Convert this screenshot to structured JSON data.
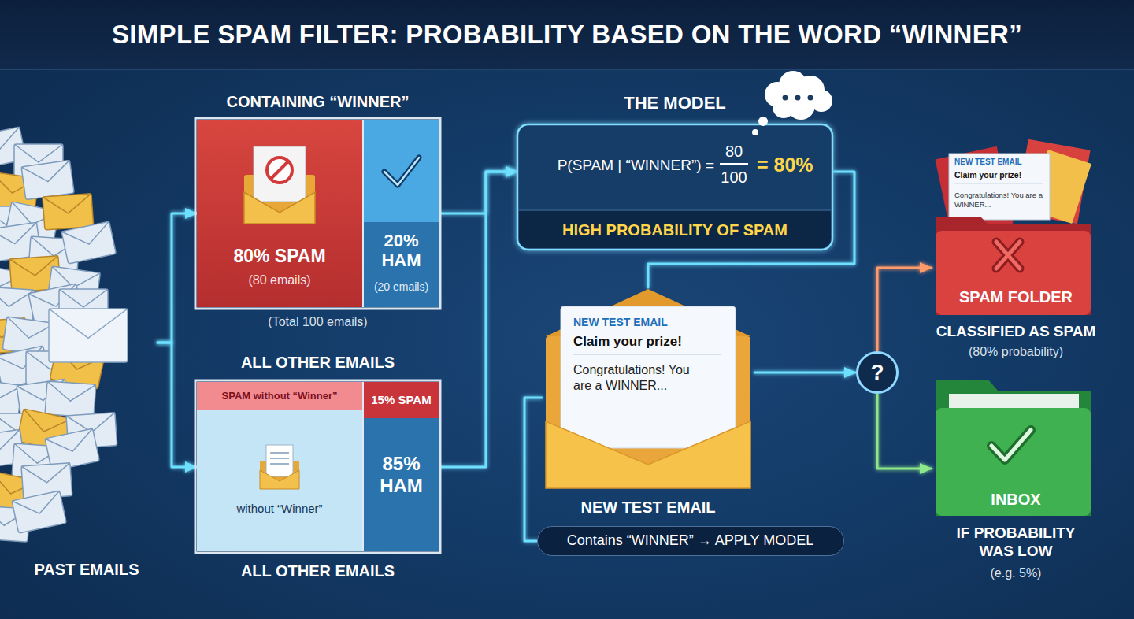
{
  "diagram": {
    "title": "SIMPLE SPAM FILTER: PROBABILITY BASED ON THE WORD “WINNER”",
    "nodes": [
      {
        "text": [
          "PAST EMAILS"
        ]
      },
      {
        "text": [
          "CONTAINING “WINNER”",
          "(Total 100 emails)"
        ]
      },
      {
        "text": [
          "80% SPAM",
          "(80 emails)"
        ],
        "in": 1
      },
      {
        "text": [
          "20% HAM",
          "(20 emails)"
        ],
        "in": 1
      },
      {
        "text": [
          "ALL OTHER EMAILS",
          "ALL OTHER EMAILS"
        ]
      },
      {
        "text": [
          "SPAM without “Winner”"
        ],
        "in": 4
      },
      {
        "text": [
          "15% SPAM"
        ],
        "in": 4
      },
      {
        "text": [
          "without “Winner”"
        ],
        "in": 4
      },
      {
        "text": [
          "85% HAM"
        ],
        "in": 4
      },
      {
        "text": [
          "THE MODEL",
          "P(SPAM | “WINNER”) =",
          "80",
          "100",
          "= 80%",
          "HIGH PROBABILITY OF SPAM"
        ]
      },
      {
        "text": [
          "NEW TEST EMAIL",
          "Claim your prize!",
          "Congratulations! You are a WINNER...",
          "NEW TEST EMAIL"
        ]
      },
      {
        "text": [
          "Contains “WINNER” → APPLY MODEL"
        ]
      },
      {
        "text": [
          "?"
        ]
      },
      {
        "text": [
          "SPAM FOLDER",
          "CLASSIFIED AS SPAM",
          "(80% probability)"
        ]
      },
      {
        "text": [
          "INBOX",
          "IF PROBABILITY WAS LOW",
          "(e.g. 5%)"
        ]
      }
    ],
    "edges": [
      {
        "from": 0,
        "to": 1,
        "arrow": "to"
      },
      {
        "from": 0,
        "to": 4,
        "arrow": "to"
      },
      {
        "from": 1,
        "to": 9,
        "arrow": "to"
      },
      {
        "from": 4,
        "to": 9,
        "arrow": "to"
      },
      {
        "from": 9,
        "to": 10,
        "arrow": "none"
      },
      {
        "from": 10,
        "to": 11,
        "arrow": "none"
      },
      {
        "from": 10,
        "to": 12,
        "arrow": "to"
      },
      {
        "from": 12,
        "to": 13,
        "arrow": "to"
      },
      {
        "from": 12,
        "to": 14,
        "arrow": "to"
      }
    ],
    "labels": [
      "NEW TEST EMAIL",
      "Claim your prize!",
      "Congratulations! You are a WINNER..."
    ]
  }
}
